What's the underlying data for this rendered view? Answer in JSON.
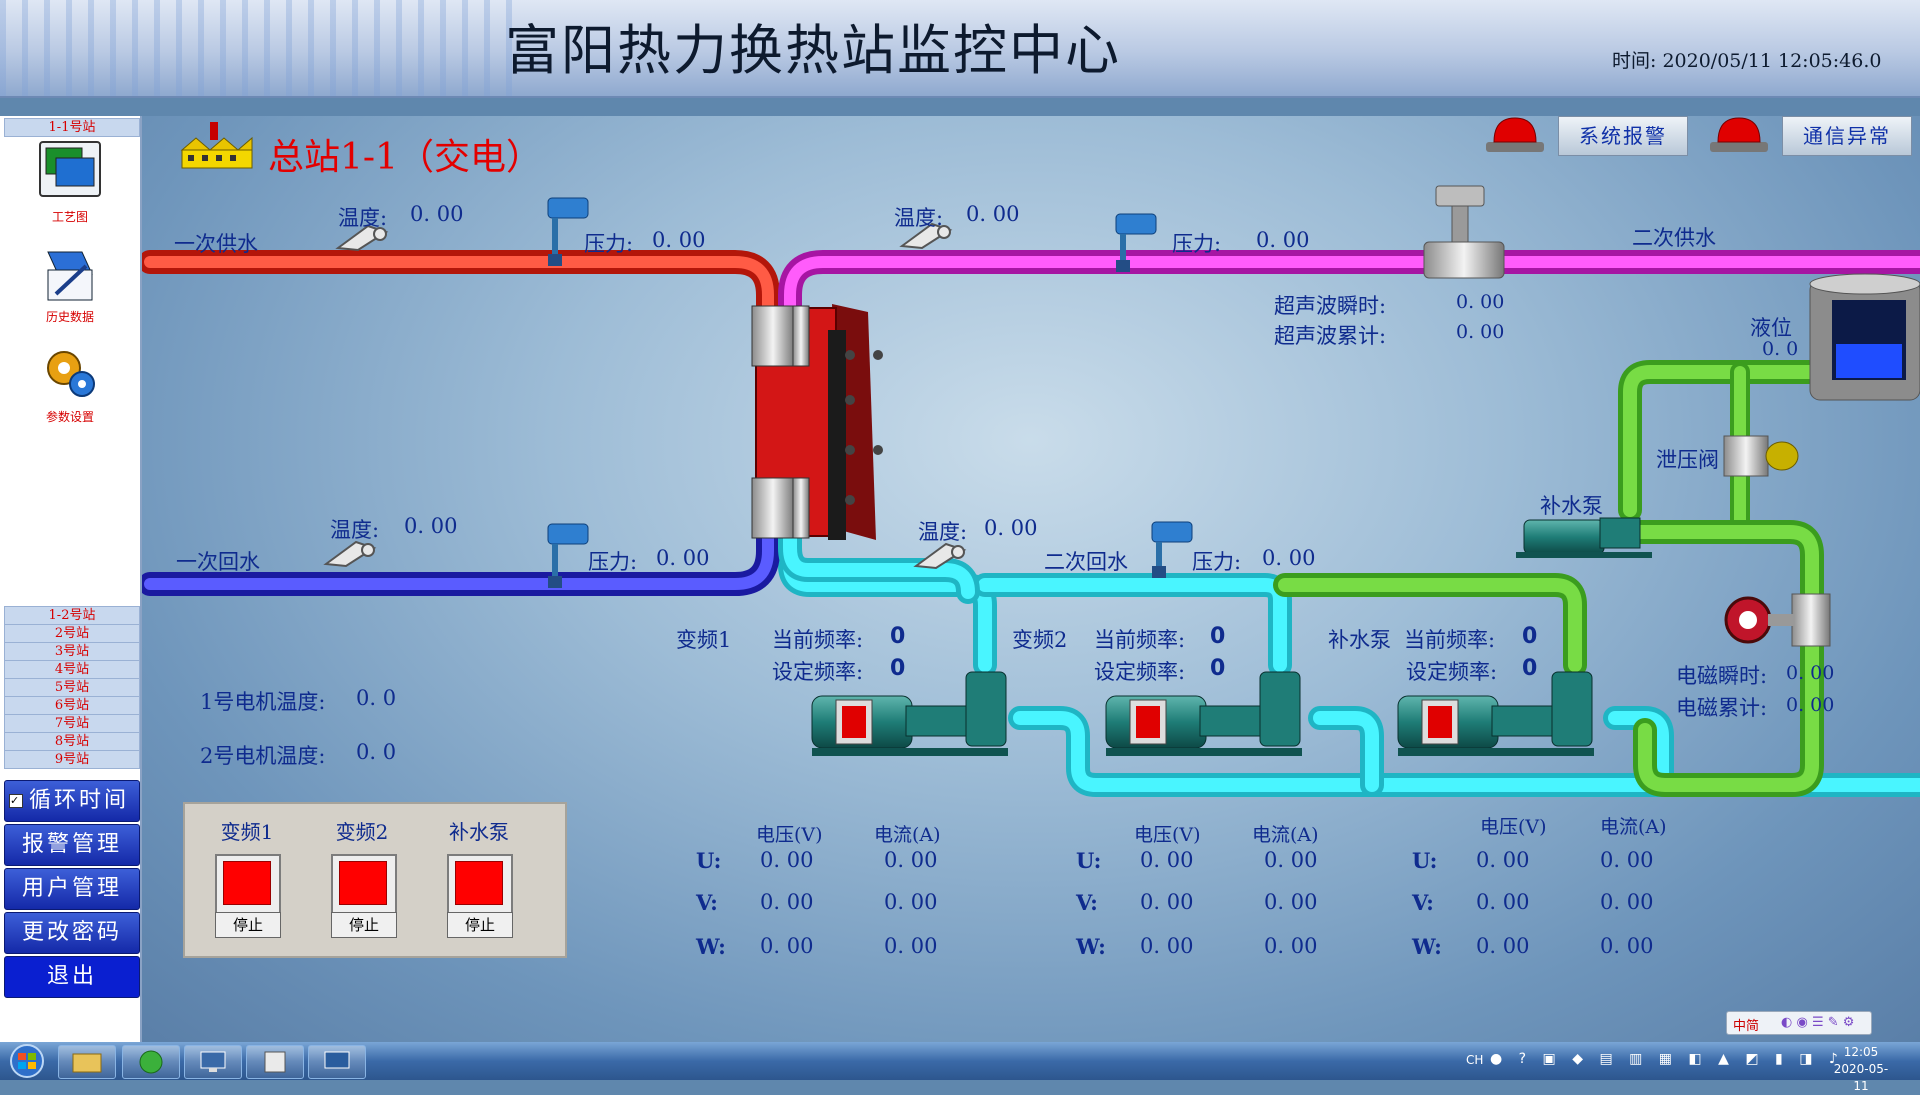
{
  "header": {
    "title": "富阳热力换热站监控中心",
    "clock": "时间: 2020/05/11 12:05:46.0"
  },
  "sidebar": {
    "current_station": "1-1号站",
    "nav": [
      {
        "label": "工艺图",
        "icon": "process-diagram-icon"
      },
      {
        "label": "历史数据",
        "icon": "history-data-icon"
      },
      {
        "label": "参数设置",
        "icon": "gear-settings-icon"
      }
    ],
    "stations": [
      "1-2号站",
      "2号站",
      "3号站",
      "4号站",
      "5号站",
      "6号站",
      "7号站",
      "8号站",
      "9号站"
    ],
    "loop_time": "循环时间",
    "menu": [
      "报警管理",
      "用户管理",
      "更改密码",
      "退出"
    ]
  },
  "station_title": "总站1-1（交电）",
  "alarms": {
    "system": "系统报警",
    "comm": "通信异常",
    "lamp_color": "#e00000"
  },
  "primary_supply": {
    "label": "一次供水",
    "temp_label": "温度:",
    "temp": "0. 00",
    "press_label": "压力:",
    "press": "0. 00"
  },
  "primary_return": {
    "label": "一次回水",
    "temp_label": "温度:",
    "temp": "0. 00",
    "press_label": "压力:",
    "press": "0. 00"
  },
  "secondary_supply": {
    "label": "二次供水",
    "temp_label": "温度:",
    "temp": "0. 00",
    "press_label": "压力:",
    "press": "0. 00"
  },
  "secondary_return": {
    "label": "二次回水",
    "temp_label": "温度:",
    "temp": "0. 00",
    "press_label": "压力:",
    "press": "0. 00"
  },
  "ultrasonic": {
    "inst_label": "超声波瞬时:",
    "inst": "0. 00",
    "cum_label": "超声波累计:",
    "cum": "0. 00"
  },
  "level": {
    "label": "液位",
    "value": "0. 0"
  },
  "relief_valve": "泄压阀",
  "makeup_pump": "补水泵",
  "em_flow": {
    "inst_label": "电磁瞬时:",
    "inst": "0. 00",
    "cum_label": "电磁累计:",
    "cum": "0. 00"
  },
  "vfds": [
    {
      "name": "变频1",
      "cur_label": "当前频率:",
      "cur": "0",
      "set_label": "设定频率:",
      "set": "0"
    },
    {
      "name": "变频2",
      "cur_label": "当前频率:",
      "cur": "0",
      "set_label": "设定频率:",
      "set": "0"
    },
    {
      "name": "补水泵",
      "cur_label": "当前频率:",
      "cur": "0",
      "set_label": "设定频率:",
      "set": "0"
    }
  ],
  "motors": [
    {
      "label": "1号电机温度:",
      "value": "0. 0"
    },
    {
      "label": "2号电机温度:",
      "value": "0. 0"
    }
  ],
  "control": {
    "items": [
      {
        "name": "变频1",
        "stop": "停止"
      },
      {
        "name": "变频2",
        "stop": "停止"
      },
      {
        "name": "补水泵",
        "stop": "停止"
      }
    ],
    "state_color": "#ff0000"
  },
  "elec": {
    "volt_header": "电压(V)",
    "curr_header": "电流(A)",
    "groups": [
      {
        "rows": [
          {
            "phase": "U:",
            "v": "0. 00",
            "a": "0. 00"
          },
          {
            "phase": "V:",
            "v": "0. 00",
            "a": "0. 00"
          },
          {
            "phase": "W:",
            "v": "0. 00",
            "a": "0. 00"
          }
        ]
      },
      {
        "rows": [
          {
            "phase": "U:",
            "v": "0. 00",
            "a": "0. 00"
          },
          {
            "phase": "V:",
            "v": "0. 00",
            "a": "0. 00"
          },
          {
            "phase": "W:",
            "v": "0. 00",
            "a": "0. 00"
          }
        ]
      },
      {
        "rows": [
          {
            "phase": "U:",
            "v": "0. 00",
            "a": "0. 00"
          },
          {
            "phase": "V:",
            "v": "0. 00",
            "a": "0. 00"
          },
          {
            "phase": "W:",
            "v": "0. 00",
            "a": "0. 00"
          }
        ]
      }
    ]
  },
  "colors": {
    "primary_supply": "#e83a2a",
    "secondary_supply": "#e339e0",
    "primary_return": "#3c3ff0",
    "secondary_return": "#3ff5ff",
    "makeup": "#6ccd3c"
  },
  "taskbar": {
    "ime_label": "中简",
    "lang": "CH",
    "time": "12:05",
    "date": "2020-05-11"
  }
}
